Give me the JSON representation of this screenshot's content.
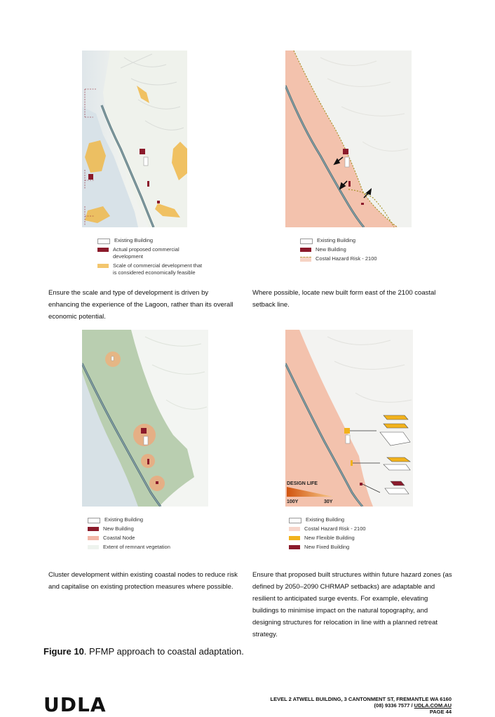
{
  "panels": [
    {
      "legend": [
        {
          "label": "Existing Building",
          "color": "#ffffff",
          "border": "#999999"
        },
        {
          "label": "Actual proposed commercial\ndevelopment",
          "color": "#8b1a2b"
        },
        {
          "label": "Scale of commercial development that\nis considered economically feasible",
          "color": "#f0b84a"
        }
      ],
      "caption": "Ensure the scale and type of development is driven by enhancing the experience of the Lagoon, rather than its overall economic potential."
    },
    {
      "legend": [
        {
          "label": "Existing Building",
          "color": "#ffffff",
          "border": "#999999"
        },
        {
          "label": "New Building",
          "color": "#8b1a2b"
        },
        {
          "label": "Costal Hazard Risk - 2100",
          "color": "#f6d3c4",
          "border": "#b9a24a"
        }
      ],
      "caption": "Where possible, locate new built form east of the 2100 coastal setback line."
    },
    {
      "legend": [
        {
          "label": "Existing Building",
          "color": "#ffffff",
          "border": "#999999"
        },
        {
          "label": "New Building",
          "color": "#8b1a2b"
        },
        {
          "label": "Coastal Node",
          "color": "#f3b7a8"
        },
        {
          "label": "Extent of remnant vegetation",
          "color": "#eef3ee"
        }
      ],
      "caption": "Cluster development within existing coastal nodes to reduce risk and capitalise on existing protection measures where possible."
    },
    {
      "legend": [
        {
          "label": "Existing Building",
          "color": "#ffffff",
          "border": "#999999"
        },
        {
          "label": "Costal Hazard Risk - 2100",
          "color": "#f7d6cb"
        },
        {
          "label": "New Flexible Building",
          "color": "#f2b21c"
        },
        {
          "label": "New Fixed Building",
          "color": "#8b1a2b"
        }
      ],
      "design_life": {
        "title": "DESIGN LIFE",
        "left": "100Y",
        "right": "30Y"
      },
      "caption": "Ensure that proposed built structures within future hazard zones (as defined by 2050–2090 CHRMAP setbacks) are adaptable and resilient to anticipated surge events. For example, elevating buildings to minimise impact on the natural topography, and designing structures for relocation in line with a planned retreat strategy."
    }
  ],
  "figure": {
    "label": "Figure 10",
    "text": ". PFMP approach to coastal adaptation."
  },
  "logo": "UDLA",
  "footer": {
    "line1": "LEVEL 2 ATWELL BUILDING, 3 CANTONMENT ST, FREMANTLE WA 6160",
    "phone": "(08) 9336 7577",
    "sep": " / ",
    "web": "UDLA.COM.AU",
    "page": "PAGE 44"
  },
  "colors": {
    "hazard": "#f3c2ad",
    "road": "#4f6f77",
    "vegetation": "#b9ceb0",
    "gold": "#f0b84a",
    "maroon": "#8b1a2b"
  }
}
